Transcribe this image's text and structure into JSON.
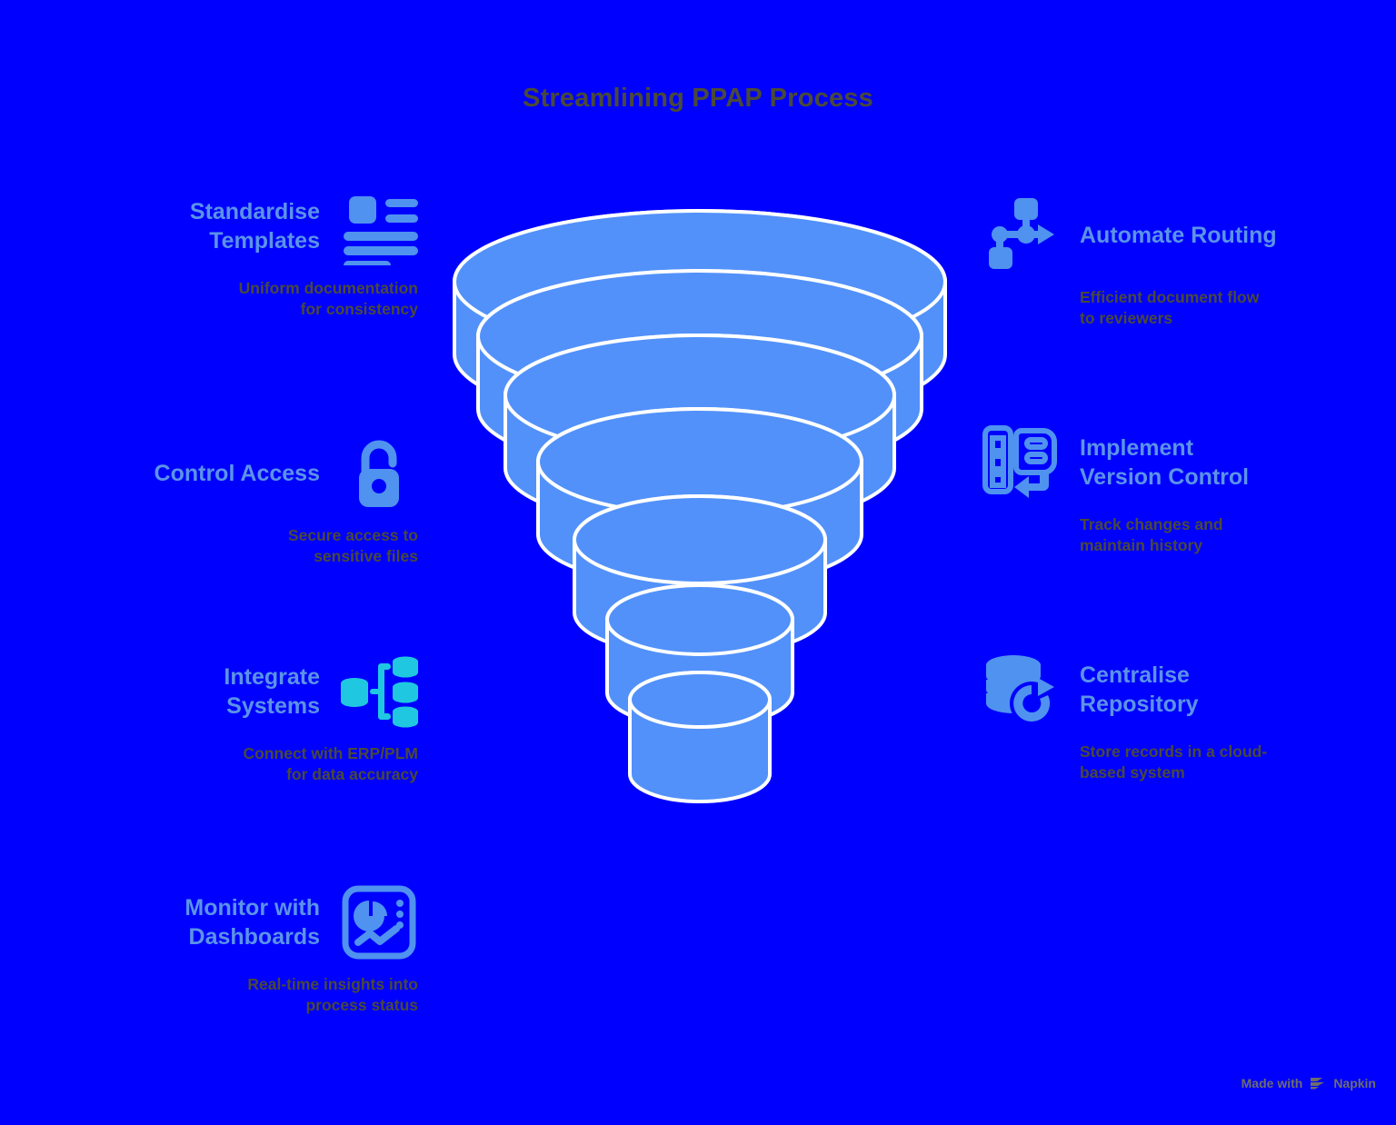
{
  "page": {
    "title": "Streamlining PPAP Process",
    "background_color": "#0000ff",
    "heading_color": "#5b93e8",
    "description_color": "#4a4a38",
    "funnel_fill": "#5291fa",
    "funnel_stroke": "#ffffff",
    "accent_cyan": "#1fc8e0"
  },
  "left_items": [
    {
      "heading_line1": "Standardise",
      "heading_line2": "Templates",
      "desc_line1": "Uniform documentation",
      "desc_line2": "for consistency",
      "icon": "document-template-icon"
    },
    {
      "heading_line1": "Control Access",
      "heading_line2": "",
      "desc_line1": "Secure access to",
      "desc_line2": "sensitive files",
      "icon": "unlock-icon"
    },
    {
      "heading_line1": "Integrate",
      "heading_line2": "Systems",
      "desc_line1": "Connect with ERP/PLM",
      "desc_line2": "for data accuracy",
      "icon": "database-integration-icon"
    },
    {
      "heading_line1": "Monitor with",
      "heading_line2": "Dashboards",
      "desc_line1": "Real-time insights into",
      "desc_line2": "process status",
      "icon": "dashboard-chart-icon"
    }
  ],
  "right_items": [
    {
      "heading_line1": "Automate Routing",
      "heading_line2": "",
      "desc_line1": "Efficient document flow",
      "desc_line2": "to reviewers",
      "icon": "workflow-routing-icon"
    },
    {
      "heading_line1": "Implement",
      "heading_line2": "Version Control",
      "desc_line1": "Track changes and",
      "desc_line2": "maintain history",
      "icon": "version-control-icon"
    },
    {
      "heading_line1": "Centralise",
      "heading_line2": "Repository",
      "desc_line1": "Store records in a cloud-",
      "desc_line2": "based system",
      "icon": "database-sync-icon"
    }
  ],
  "funnel": {
    "type": "funnel",
    "segment_count": 7,
    "fill": "#5291fa",
    "stroke": "#ffffff"
  },
  "watermark": {
    "prefix": "Made with",
    "brand": "Napkin"
  }
}
